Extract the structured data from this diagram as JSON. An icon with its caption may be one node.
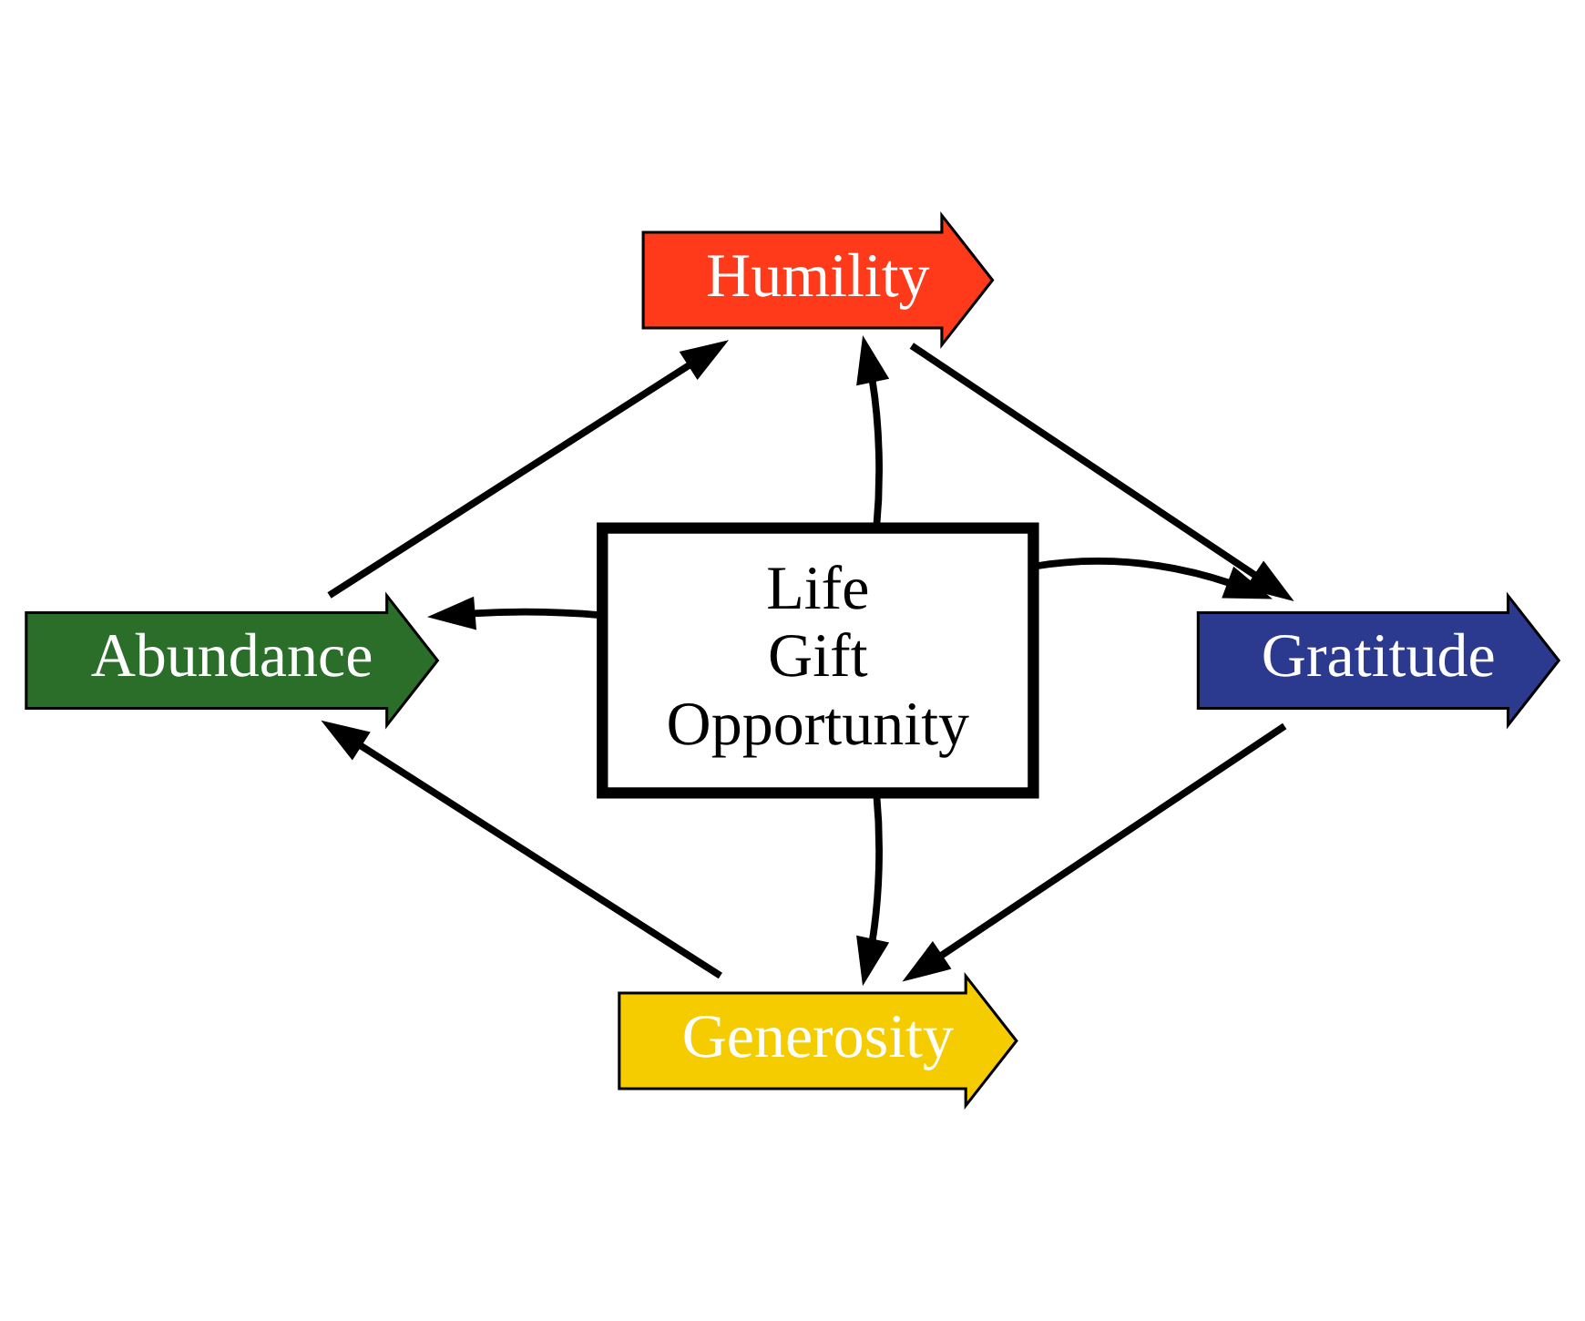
{
  "diagram": {
    "nodes": [
      {
        "text": [
          "Humility"
        ]
      },
      {
        "text": [
          "Abundance"
        ]
      },
      {
        "text": [
          "Life",
          "Gift",
          "Opportunity"
        ]
      },
      {
        "text": [
          "Gratitude"
        ]
      },
      {
        "text": [
          "Generosity"
        ]
      }
    ],
    "edges": [
      {
        "from": 0,
        "to": 3,
        "arrow": "to"
      },
      {
        "from": 3,
        "to": 4,
        "arrow": "to"
      },
      {
        "from": 4,
        "to": 1,
        "arrow": "to"
      },
      {
        "from": 1,
        "to": 0,
        "arrow": "to"
      },
      {
        "from": 2,
        "to": 0,
        "arrow": "to"
      },
      {
        "from": 2,
        "to": 3,
        "arrow": "to"
      },
      {
        "from": 2,
        "to": 4,
        "arrow": "to"
      },
      {
        "from": 2,
        "to": 1,
        "arrow": "to"
      }
    ]
  }
}
